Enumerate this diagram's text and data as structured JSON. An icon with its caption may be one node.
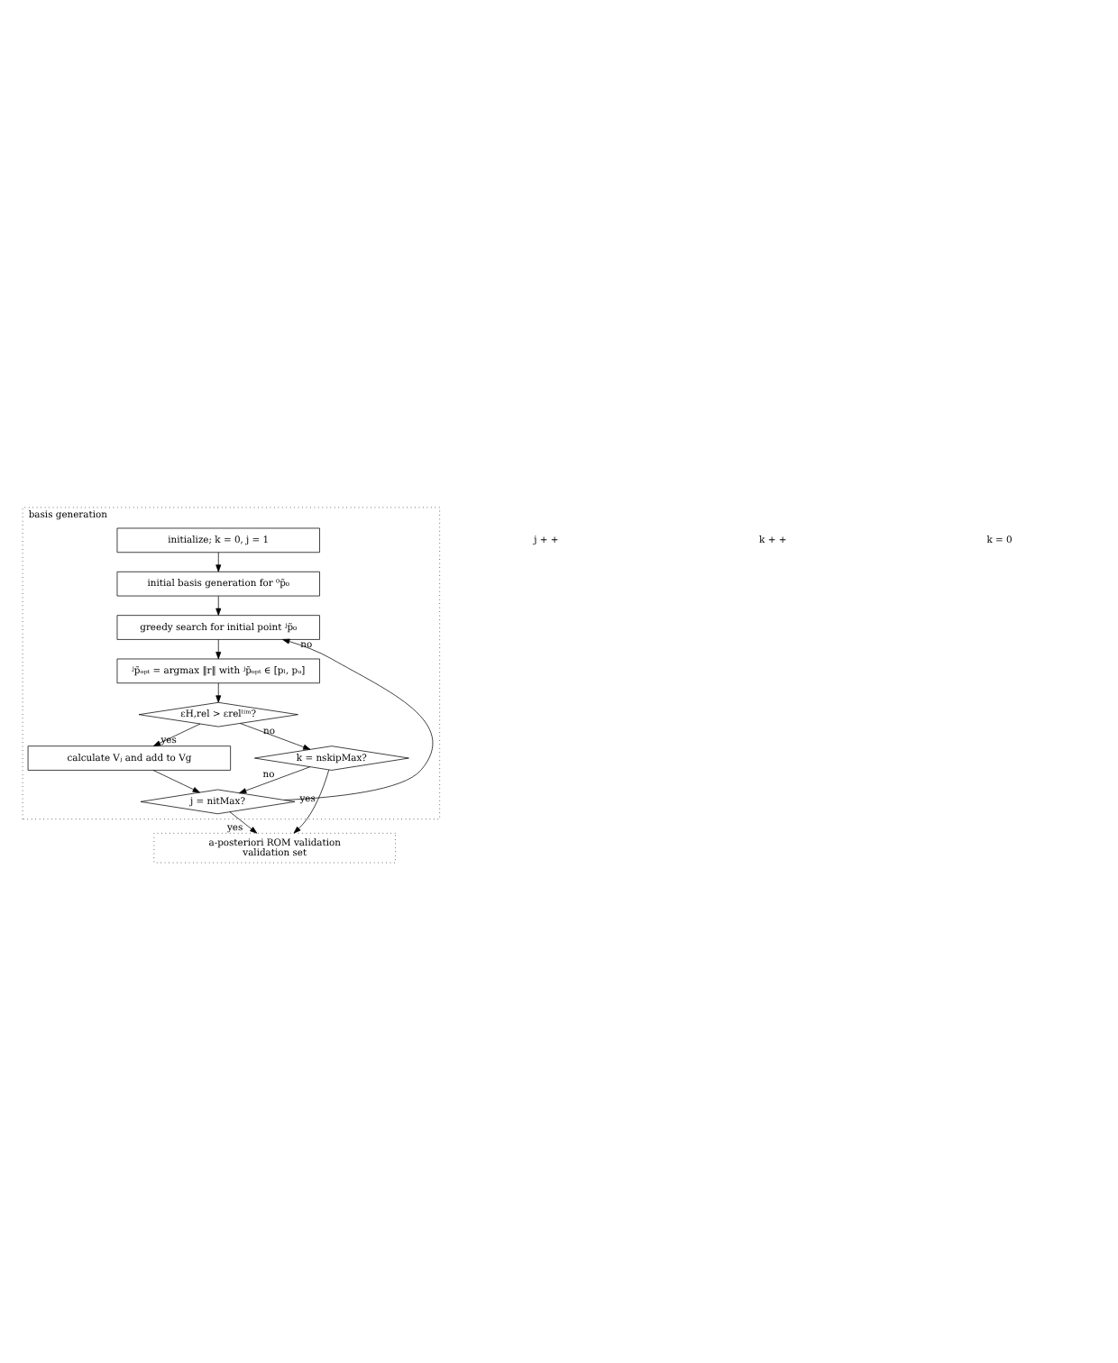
{
  "diagram": {
    "nodes": [
      {
        "text": [
          "basis generation"
        ]
      },
      {
        "text": [
          "initialize; k = 0, j = 1"
        ],
        "in": 0
      },
      {
        "text": [
          "initial basis generation for ⁰p̃₀"
        ],
        "in": 0
      },
      {
        "text": [
          "greedy search for initial point ʲp̃₀"
        ],
        "in": 0
      },
      {
        "text": [
          "ʲp̃ₒₚₜ = argmax ‖r‖ with ʲp̃ₒₚₜ ∈ [pₗ, pᵤ]"
        ],
        "in": 0
      },
      {
        "text": [
          "εH,rel > εrelˡⁱᵐ?"
        ],
        "in": 0
      },
      {
        "text": [
          "k = nskipMax?"
        ],
        "in": 0
      },
      {
        "text": [
          "calculate Vⱼ and add to Vg"
        ],
        "in": 0
      },
      {
        "text": [
          "j = nitMax?"
        ],
        "in": 0
      },
      {
        "text": [
          "a-posteriori ROM validation",
          "validation set"
        ]
      }
    ],
    "edges": [
      {
        "from": 1,
        "to": 2,
        "arrow": "to"
      },
      {
        "from": 2,
        "to": 3,
        "arrow": "to"
      },
      {
        "from": 3,
        "to": 4,
        "arrow": "to"
      },
      {
        "from": 4,
        "to": 5,
        "arrow": "to"
      },
      {
        "from": 5,
        "to": 6,
        "arrow": "to",
        "label": "no"
      },
      {
        "from": 5,
        "to": 7,
        "arrow": "to",
        "label": "yes"
      },
      {
        "from": 7,
        "to": 8,
        "arrow": "to"
      },
      {
        "from": 6,
        "to": 8,
        "arrow": "to",
        "label": "no"
      },
      {
        "from": 8,
        "to": 3,
        "arrow": "to",
        "label": "no"
      },
      {
        "from": 6,
        "to": 9,
        "arrow": "to",
        "label": "yes"
      },
      {
        "from": 8,
        "to": 9,
        "arrow": "to",
        "label": "yes"
      }
    ],
    "labels": [
      "j + +",
      "k + +",
      "k = 0"
    ]
  }
}
